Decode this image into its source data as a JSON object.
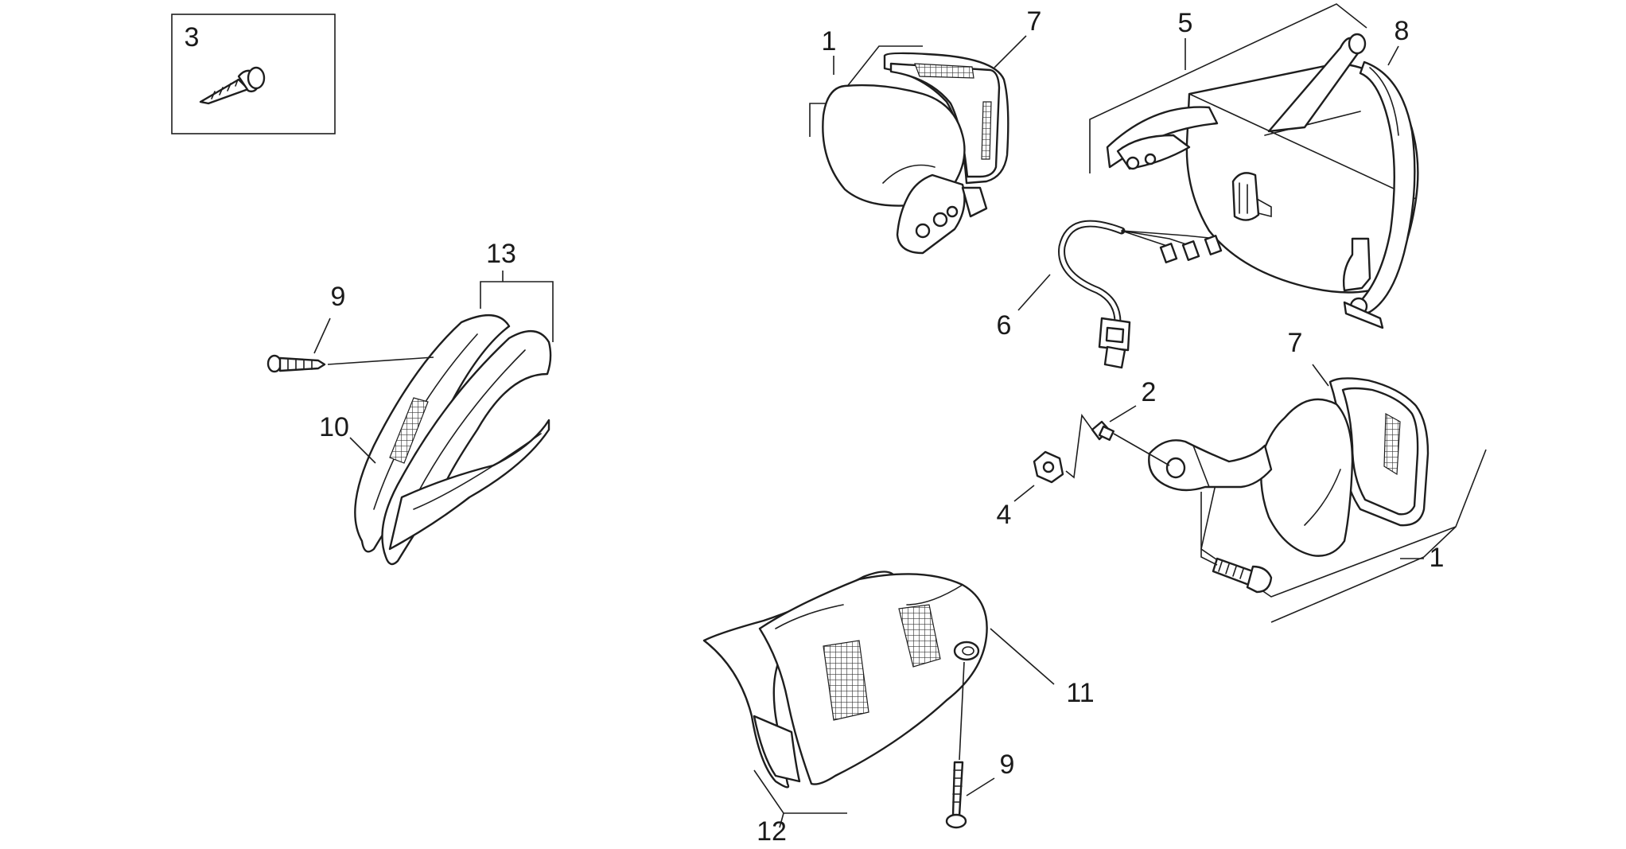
{
  "colors": {
    "line": "#1e1e1e",
    "background": "#ffffff"
  },
  "callouts": [
    {
      "id": "c3",
      "text": "3"
    },
    {
      "id": "c13",
      "text": "13"
    },
    {
      "id": "c9-left",
      "text": "9"
    },
    {
      "id": "c10",
      "text": "10"
    },
    {
      "id": "c1-top",
      "text": "1"
    },
    {
      "id": "c7-top",
      "text": "7"
    },
    {
      "id": "c5",
      "text": "5"
    },
    {
      "id": "c8",
      "text": "8"
    },
    {
      "id": "c6",
      "text": "6"
    },
    {
      "id": "c7-right",
      "text": "7"
    },
    {
      "id": "c2",
      "text": "2"
    },
    {
      "id": "c4",
      "text": "4"
    },
    {
      "id": "c1-right",
      "text": "1"
    },
    {
      "id": "c11",
      "text": "11"
    },
    {
      "id": "c9-bottom",
      "text": "9"
    },
    {
      "id": "c12",
      "text": "12"
    }
  ]
}
